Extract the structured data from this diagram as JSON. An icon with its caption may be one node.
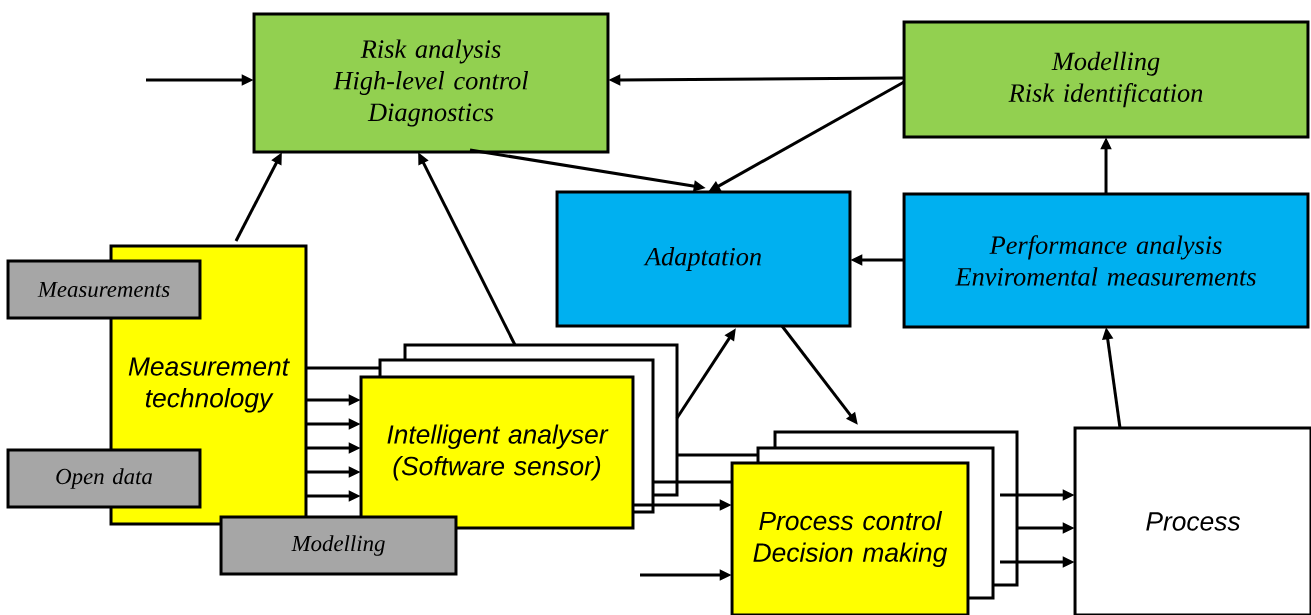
{
  "diagram": {
    "nodes": [
      {
        "text": [
          "Risk analysis",
          "High-level control",
          "Diagnostics"
        ]
      },
      {
        "text": [
          "Modelling",
          "Risk identification"
        ]
      },
      {
        "text": [
          "Adaptation"
        ]
      },
      {
        "text": [
          "Performance analysis",
          "Enviromental measurements"
        ]
      },
      {
        "text": [
          "Measurement technology"
        ]
      },
      {
        "text": [
          "Measurements"
        ]
      },
      {
        "text": [
          "Open data"
        ]
      },
      {
        "text": [
          "Intelligent analyser (Software sensor)"
        ]
      },
      {
        "text": [
          "Modelling"
        ]
      },
      {
        "text": [
          "Process control",
          "Decision making"
        ]
      },
      {
        "text": [
          "Process"
        ]
      }
    ],
    "edges": [
      {
        "from": null,
        "to": 0,
        "arrow": "to"
      },
      {
        "from": 1,
        "to": 0,
        "arrow": "to"
      },
      {
        "from": 1,
        "to": 2,
        "arrow": "to"
      },
      {
        "from": 0,
        "to": 2,
        "arrow": "to"
      },
      {
        "from": 4,
        "to": 0,
        "arrow": "to"
      },
      {
        "from": 7,
        "to": 0,
        "arrow": "to"
      },
      {
        "from": 7,
        "to": 2,
        "arrow": "to"
      },
      {
        "from": 2,
        "to": 9,
        "arrow": "to"
      },
      {
        "from": 3,
        "to": 2,
        "arrow": "to"
      },
      {
        "from": 3,
        "to": 1,
        "arrow": "to"
      },
      {
        "from": 10,
        "to": 3,
        "arrow": "to"
      },
      {
        "from": 4,
        "to": 7,
        "arrow": "none"
      },
      {
        "from": 4,
        "to": 7,
        "arrow": "to"
      },
      {
        "from": 4,
        "to": 7,
        "arrow": "to"
      },
      {
        "from": 4,
        "to": 7,
        "arrow": "to"
      },
      {
        "from": 4,
        "to": 7,
        "arrow": "to"
      },
      {
        "from": 4,
        "to": 7,
        "arrow": "to"
      },
      {
        "from": 7,
        "to": 9,
        "arrow": "none"
      },
      {
        "from": 7,
        "to": 9,
        "arrow": "none"
      },
      {
        "from": 7,
        "to": 9,
        "arrow": "to"
      },
      {
        "from": null,
        "to": 9,
        "arrow": "to"
      },
      {
        "from": 9,
        "to": 10,
        "arrow": "to"
      },
      {
        "from": 9,
        "to": 10,
        "arrow": "to"
      },
      {
        "from": 9,
        "to": 10,
        "arrow": "to"
      }
    ]
  }
}
